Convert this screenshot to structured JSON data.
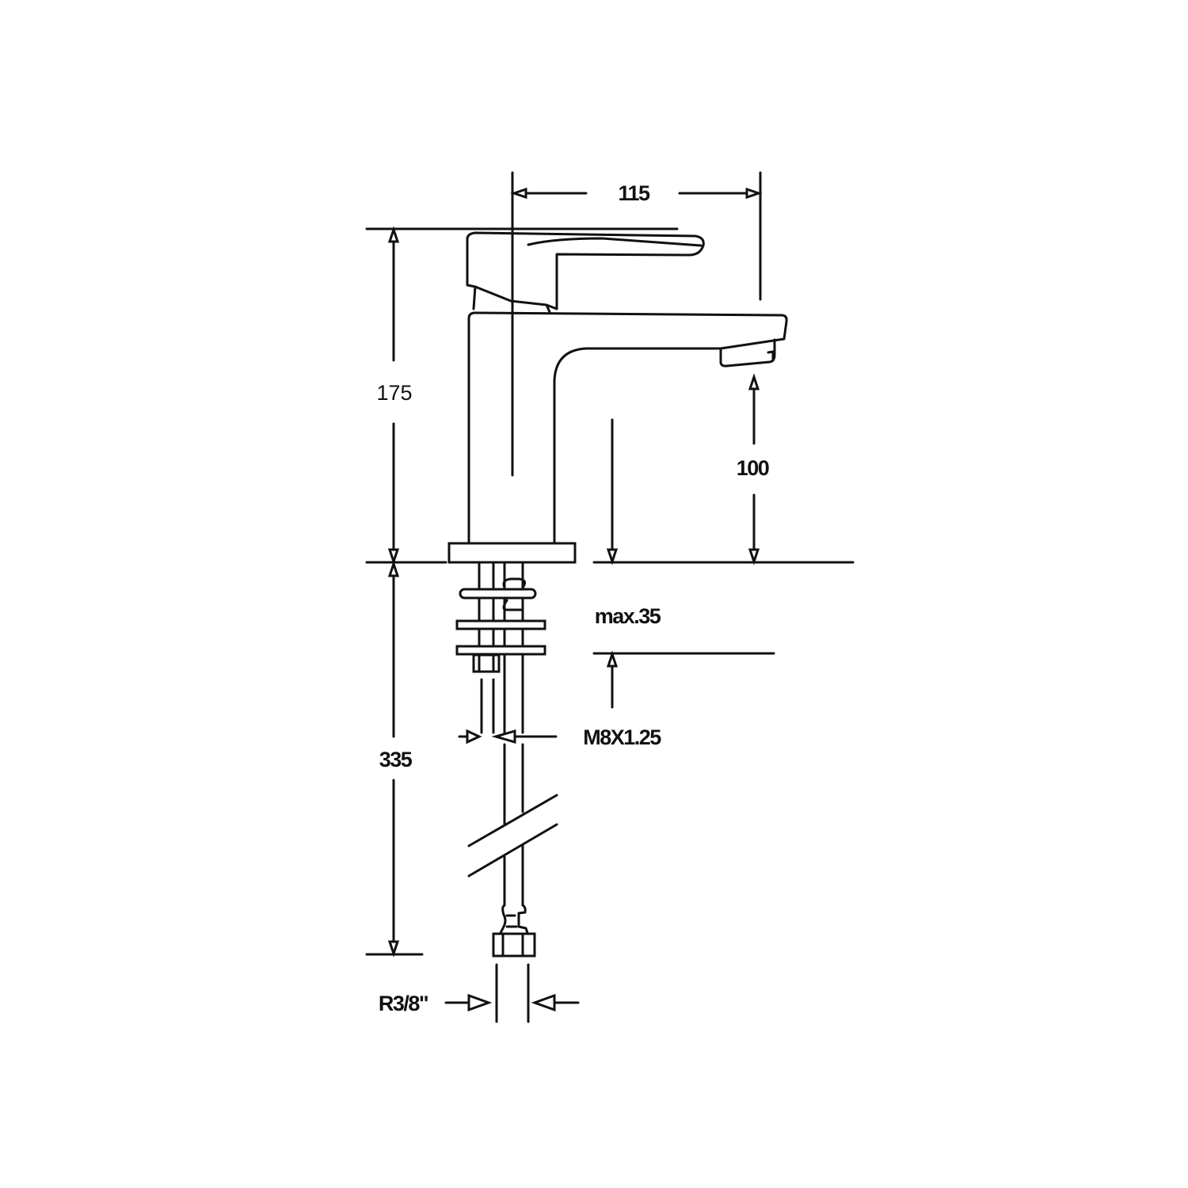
{
  "dimensions": {
    "width_spout": "115",
    "height_total": "175",
    "height_spout": "100",
    "max_thickness": "max.35",
    "thread": "M8X1.25",
    "hose_length": "335",
    "connection": "R3/8\""
  },
  "colors": {
    "line": "#111111",
    "background": "#ffffff"
  }
}
